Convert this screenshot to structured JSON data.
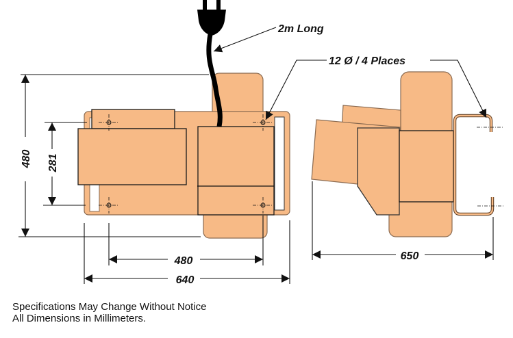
{
  "annotations": {
    "cord_length": "2m Long",
    "holes": "12 Ø / 4 Places"
  },
  "dimensions": {
    "overall_height": "480",
    "hole_spacing_vertical": "281",
    "hole_spacing_horizontal": "480",
    "overall_width": "640",
    "overall_depth": "650"
  },
  "notes": {
    "line1": "Specifications May Change Without Notice",
    "line2": "All Dimensions in Millimeters."
  },
  "colors": {
    "body": "#F7BA86"
  }
}
